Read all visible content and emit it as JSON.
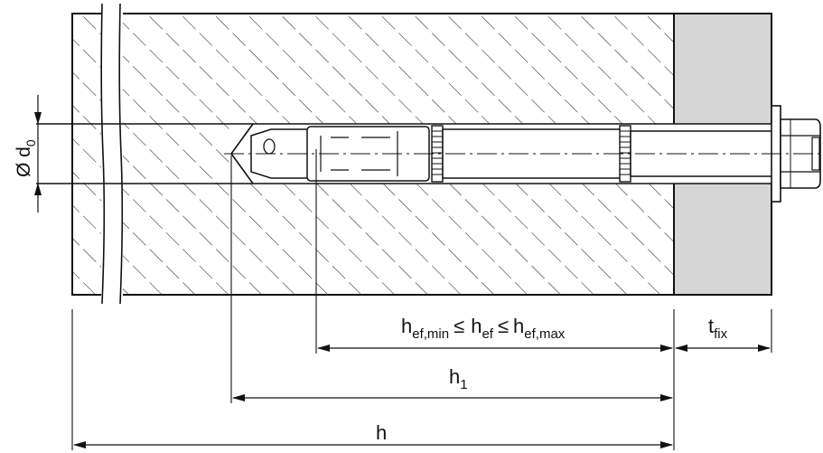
{
  "colors": {
    "line": "#111111",
    "hatch": "#222222",
    "fixture": "#d6d6d6",
    "background": "#ffffff"
  },
  "labels": {
    "diameter": {
      "symbol": "Ø d",
      "sub": "0"
    },
    "hef_range": {
      "h1": "h",
      "h1_sub": "ef,min",
      "le1": "≤",
      "h2": "h",
      "h2_sub": "ef",
      "le2": "≤",
      "h3": "h",
      "h3_sub": "ef,max"
    },
    "tfix": {
      "symbol": "t",
      "sub": "fix"
    },
    "h1": {
      "symbol": "h",
      "sub": "1"
    },
    "h": {
      "symbol": "h"
    }
  }
}
